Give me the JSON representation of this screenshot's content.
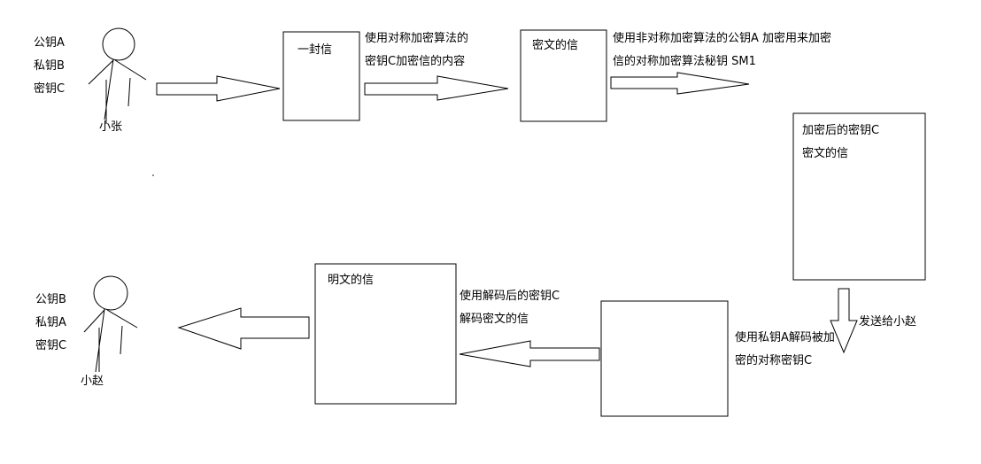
{
  "sender": {
    "keys": [
      "公钥A",
      "私钥B",
      "密钥C"
    ],
    "name": "小张"
  },
  "receiver": {
    "keys": [
      "公钥B",
      "私钥A",
      "密钥C"
    ],
    "name": "小赵"
  },
  "boxes": {
    "letter": "一封信",
    "cipher_letter": "密文的信",
    "encrypted_bundle": [
      "加密后的密钥C",
      "密文的信"
    ],
    "plain_letter": "明文的信",
    "decrypted_key_box": ""
  },
  "steps": {
    "encrypt_letter": [
      "使用对称加密算法的",
      "密钥C加密信的内容"
    ],
    "encrypt_key": [
      "使用非对称加密算法的公钥A 加密用来加密",
      "信的对称加密算法秘钥 SM1"
    ],
    "send": "发送给小赵",
    "decrypt_key": [
      "使用私钥A解码被加",
      "密的对称密钥C"
    ],
    "decrypt_letter": [
      "使用解码后的密钥C",
      "解码密文的信"
    ]
  }
}
